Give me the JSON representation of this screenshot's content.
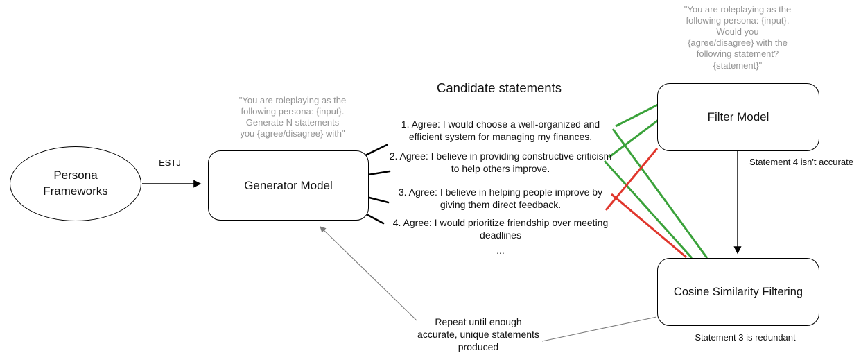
{
  "persona": {
    "label": "Persona\nFrameworks"
  },
  "arrows": {
    "estj_label": "ESTJ"
  },
  "generator": {
    "label": "Generator Model",
    "prompt": "\"You are roleplaying as the\nfollowing persona: {input}.\nGenerate N statements\nyou {agree/disagree} with\""
  },
  "candidate": {
    "title": "Candidate statements",
    "statements": [
      "1. Agree: I would choose a well-organized and efficient system for managing my finances.",
      "2. Agree: I believe in providing constructive criticism to help others improve.",
      "3. Agree: I believe in helping people improve by giving them direct feedback.",
      "4. Agree: I would prioritize friendship over meeting deadlines",
      "..."
    ]
  },
  "filter": {
    "label": "Filter Model",
    "prompt": "\"You are roleplaying as the\nfollowing persona: {input}.\nWould you\n{agree/disagree} with the\nfollowing statement?\n{statement}\"",
    "annotation": "Statement 4 isn't accurate"
  },
  "cosine": {
    "label": "Cosine Similarity Filtering",
    "annotation": "Statement 3 is redundant"
  },
  "notes": {
    "repeat": "Repeat until enough\naccurate, unique statements\nproduced"
  },
  "colors": {
    "accept_green": "#3aa23a",
    "reject_red": "#e0362c",
    "prompt_gray": "#949494"
  }
}
